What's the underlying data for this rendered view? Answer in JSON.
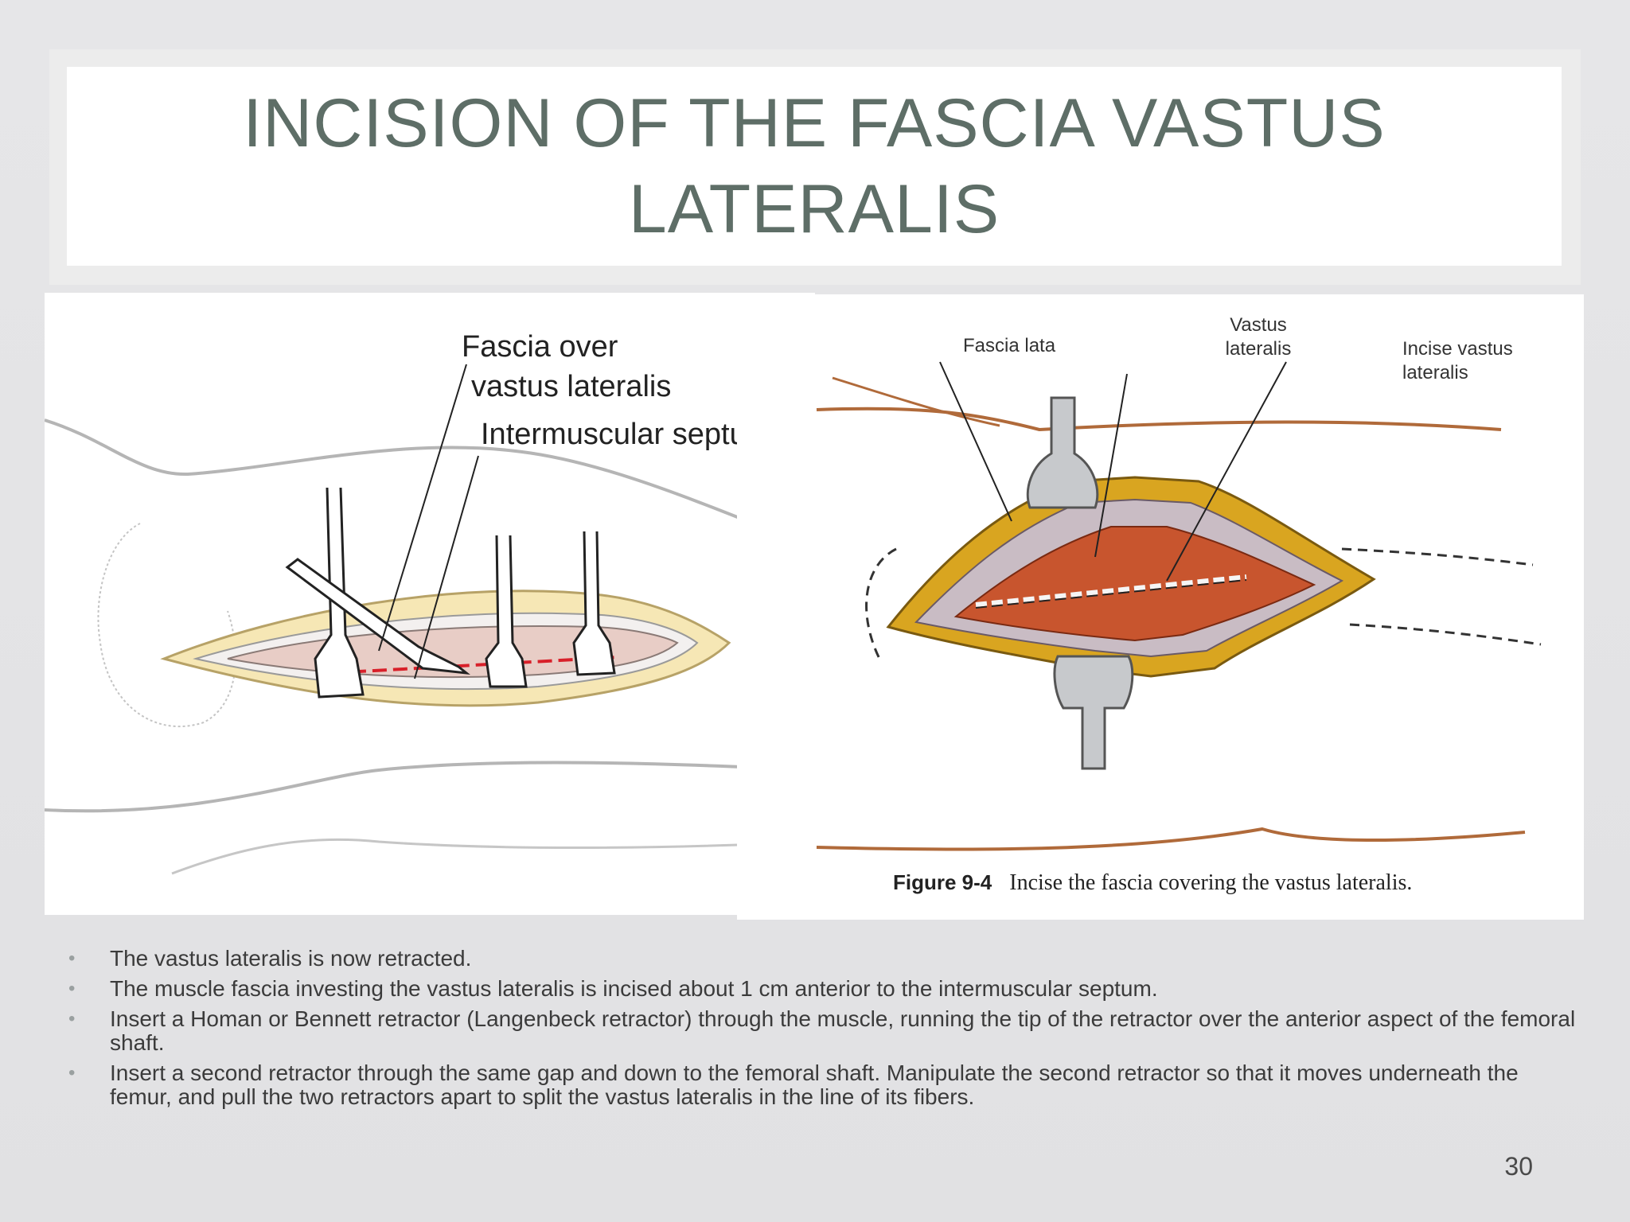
{
  "slide": {
    "title_line1": "INCISION OF THE FASCIA VASTUS",
    "title_line2": "LATERALIS",
    "page_number": "30"
  },
  "left_figure": {
    "label_fascia_line1": "Fascia over",
    "label_fascia_line2": "vastus lateralis",
    "label_septum": "Intermuscular septum"
  },
  "right_figure": {
    "label_fascia_lata": "Fascia lata",
    "label_vastus_line1": "Vastus",
    "label_vastus_line2": "lateralis",
    "label_incise_line1": "Incise vastus",
    "label_incise_line2": "lateralis",
    "caption_figure": "Figure 9-4",
    "caption_text": "Incise the fascia covering the vastus lateralis."
  },
  "bullets": [
    "The vastus lateralis is now retracted.",
    "The muscle fascia investing the vastus lateralis is incised about 1 cm anterior to the intermuscular septum.",
    "Insert a Homan or Bennett retractor (Langenbeck retractor) through the muscle, running the tip of the retractor over  the anterior aspect of the femoral shaft.",
    "Insert a second retractor through the same gap and down to the femoral shaft. Manipulate the second retractor so  that it moves underneath the femur, and pull the two retractors apart to split the vastus lateralis in the line of its fibers."
  ],
  "colors": {
    "title": "#5e6e67",
    "muscle": "#c8552e",
    "fat": "#d9a520",
    "incision_line": "#d8202a"
  }
}
